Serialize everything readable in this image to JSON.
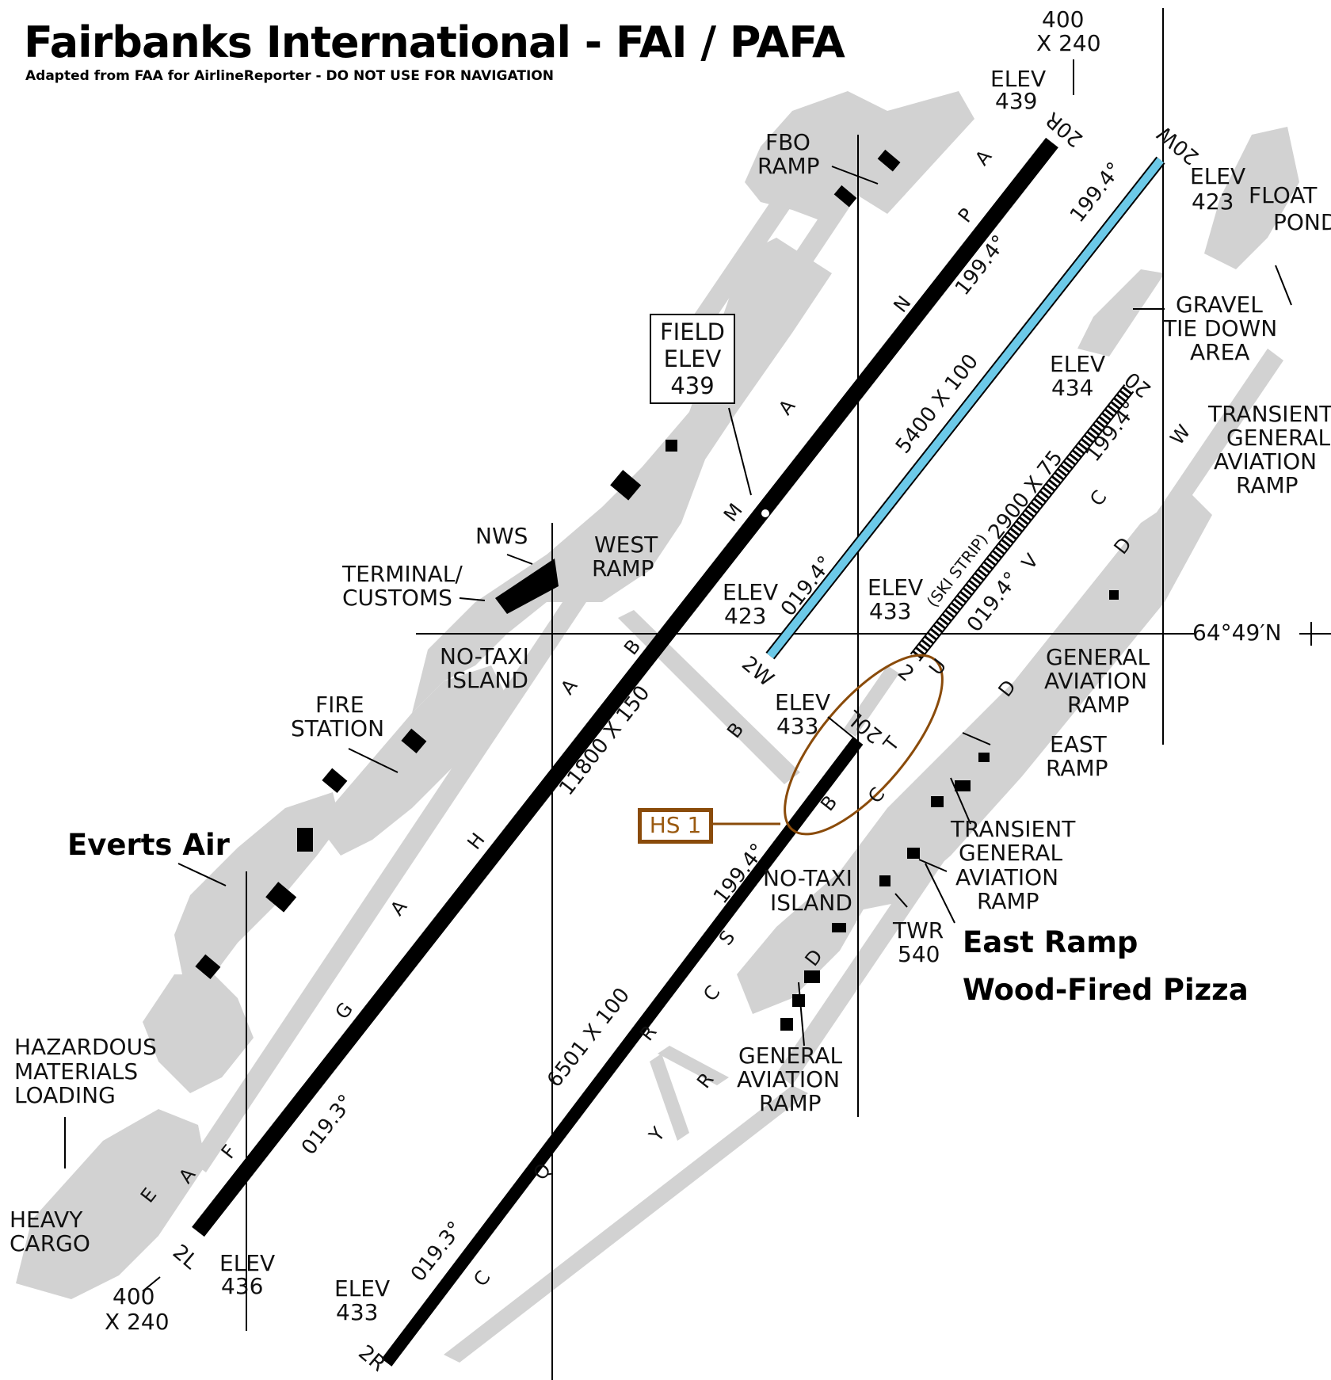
{
  "header": {
    "title": "Fairbanks International - FAI / PAFA",
    "subtitle": "Adapted from FAA for AirlineReporter - DO NOT USE FOR NAVIGATION"
  },
  "colors": {
    "paved": "#d2d2d2",
    "runway": "#000000",
    "waterway": "#6cc9e8",
    "hotspot": "#8a4b0a"
  },
  "field_elev": {
    "line1": "FIELD",
    "line2": "ELEV",
    "line3": "439"
  },
  "hotspot": {
    "label": "HS 1"
  },
  "latitude_label": "64°49′N",
  "runways": {
    "main_dims": "11800 X 150",
    "secondary_dims": "6501 X 100",
    "water_dims": "5400 X 100",
    "ski_dims": "2900 X 75",
    "ski_label": "(SKI STRIP)",
    "ends": {
      "r20r": "20R",
      "r2l": "2L",
      "r20l": "20L",
      "r2r": "2R",
      "r20w": "20W",
      "r2w": "2W",
      "r20": "20",
      "r2": "2"
    },
    "headings": {
      "h199": "199.4°",
      "h019_4": "019.4°",
      "h019_3": "019.3°"
    }
  },
  "elevations": {
    "e20r": {
      "line1": "ELEV",
      "line2": "439"
    },
    "e20w": {
      "line1": "ELEV",
      "line2": "423"
    },
    "e2w": {
      "line1": "ELEV",
      "line2": "423"
    },
    "e2ski": {
      "line1": "ELEV",
      "line2": "433"
    },
    "e20l": {
      "line1": "ELEV",
      "line2": "433"
    },
    "e20ski": {
      "line1": "ELEV",
      "line2": "434"
    },
    "e2l": {
      "line1": "ELEV",
      "line2": "436"
    },
    "e2r": {
      "line1": "ELEV",
      "line2": "433"
    }
  },
  "dims_400": {
    "line1": "400",
    "line2": "X 240"
  },
  "areas": {
    "fbo": {
      "line1": "FBO",
      "line2": "RAMP"
    },
    "float_pond": {
      "line1": "FLOAT",
      "line2": "POND"
    },
    "gravel": {
      "line1": "GRAVEL",
      "line2": "TIE DOWN",
      "line3": "AREA"
    },
    "transient_ne": {
      "line1": "TRANSIENT",
      "line2": "GENERAL",
      "line3": "AVIATION",
      "line4": "RAMP"
    },
    "nws": "NWS",
    "terminal": {
      "line1": "TERMINAL/",
      "line2": "CUSTOMS"
    },
    "west_ramp": {
      "line1": "WEST",
      "line2": "RAMP"
    },
    "no_taxi_w": {
      "line1": "NO-TAXI",
      "line2": "ISLAND"
    },
    "fire": {
      "line1": "FIRE",
      "line2": "STATION"
    },
    "ga_e": {
      "line1": "GENERAL",
      "line2": "AVIATION",
      "line3": "RAMP"
    },
    "east_ramp": {
      "line1": "EAST",
      "line2": "RAMP"
    },
    "transient_e": {
      "line1": "TRANSIENT",
      "line2": "GENERAL",
      "line3": "AVIATION",
      "line4": "RAMP"
    },
    "no_taxi_e": {
      "line1": "NO-TAXI",
      "line2": "ISLAND"
    },
    "twr": {
      "line1": "TWR",
      "line2": "540"
    },
    "ga_s": {
      "line1": "GENERAL",
      "line2": "AVIATION",
      "line3": "RAMP"
    },
    "hazmat": {
      "line1": "HAZARDOUS",
      "line2": "MATERIALS",
      "line3": "LOADING"
    },
    "heavy": {
      "line1": "HEAVY",
      "line2": "CARGO"
    }
  },
  "callouts": {
    "everts": "Everts Air",
    "east_ramp_pizza_1": "East Ramp",
    "east_ramp_pizza_2": "Wood-Fired Pizza"
  },
  "taxiways": {
    "a1": "A",
    "p": "P",
    "n": "N",
    "a2": "A",
    "m": "M",
    "b1": "B",
    "a3": "A",
    "b2": "B",
    "h": "H",
    "a4": "A",
    "g": "G",
    "f": "F",
    "a5": "A",
    "e": "E",
    "q": "Q",
    "c1": "C",
    "r1": "R",
    "r2": "R",
    "y": "Y",
    "c2": "C",
    "s": "S",
    "d1": "D",
    "b3": "B",
    "c3": "C",
    "t": "T",
    "u": "U",
    "d2": "D",
    "v": "V",
    "c4": "C",
    "d3": "D",
    "w": "W"
  }
}
